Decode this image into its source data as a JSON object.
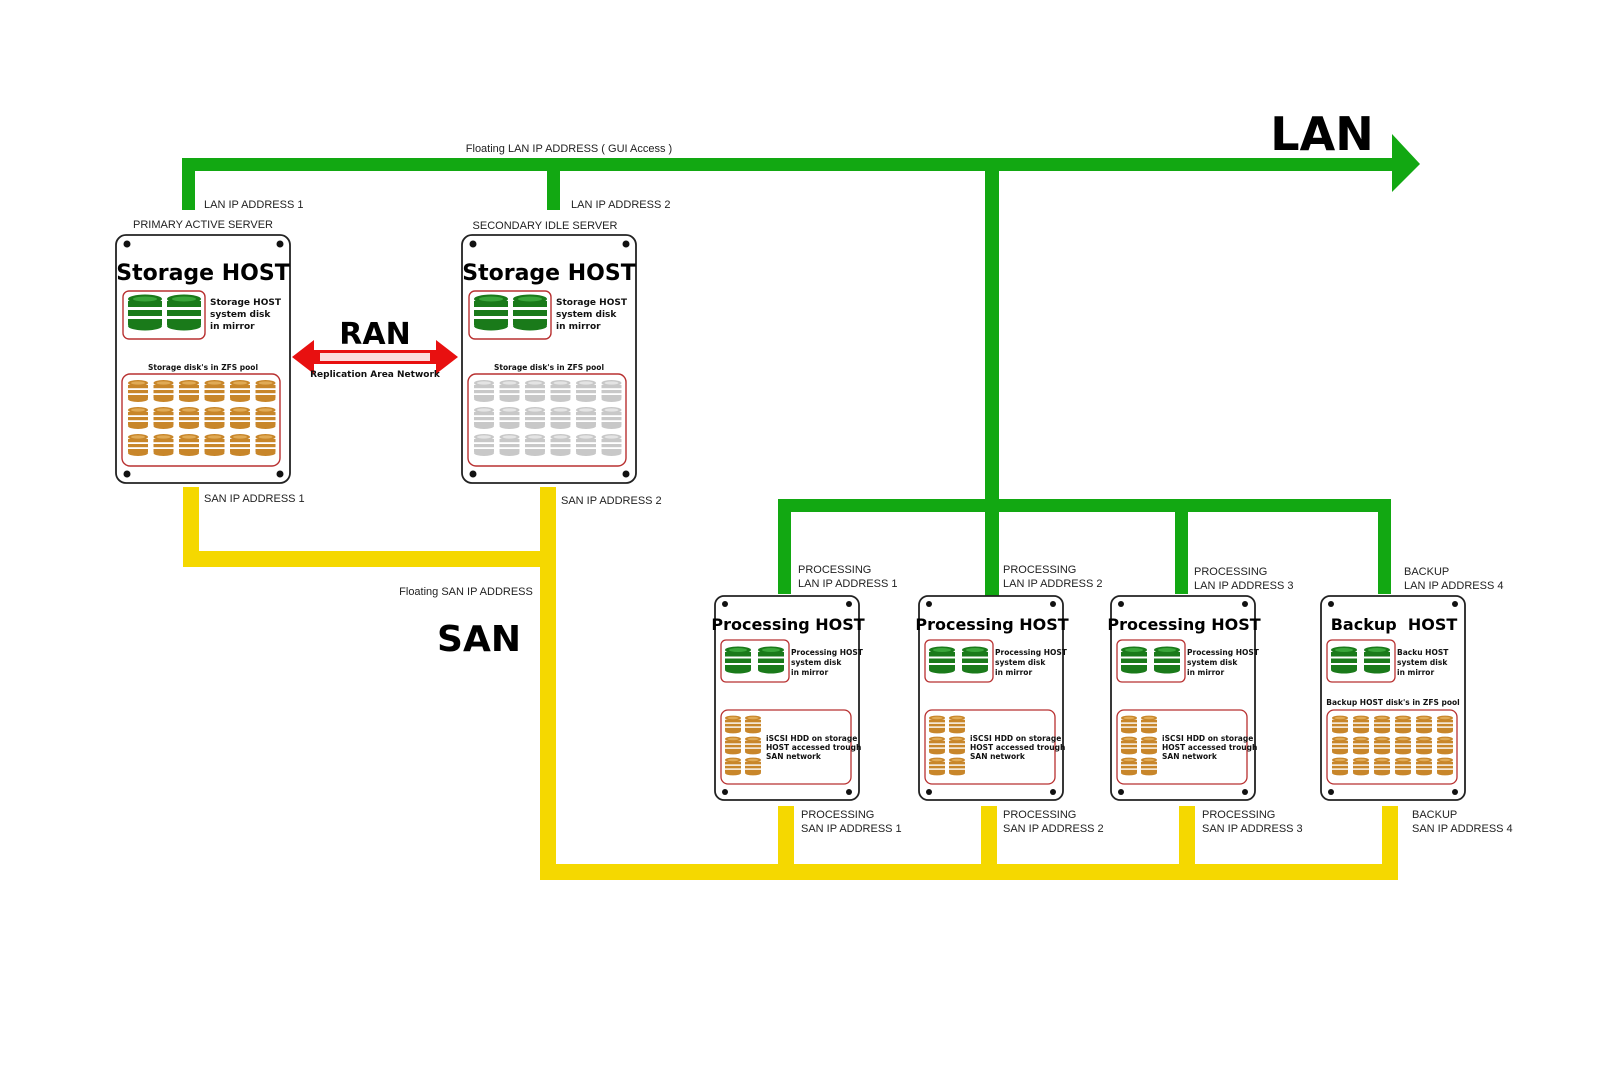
{
  "networks": {
    "lan_label": "LAN",
    "san_label": "SAN",
    "ran_label": "RAN",
    "ran_sub": "Replication Area Network",
    "floating_lan": "Floating LAN IP ADDRESS ( GUI Access )",
    "floating_san": "Floating SAN IP ADDRESS"
  },
  "colors": {
    "lan": "#12a812",
    "san": "#f5d800",
    "ran": "#e81010",
    "disk_green": "#1a7a1a",
    "disk_orange": "#c8862a",
    "disk_gray": "#c8c8c8",
    "panel_border": "#b83030"
  },
  "primary": {
    "role": "PRIMARY ACTIVE SERVER",
    "title": "Storage HOST",
    "sys_line1": "Storage HOST",
    "sys_line2": "system disk",
    "sys_line3": "in mirror",
    "pool_label": "Storage disk's in ZFS pool",
    "lan_ip": "LAN IP ADDRESS 1",
    "san_ip": "SAN IP ADDRESS 1",
    "pool_state": "active"
  },
  "secondary": {
    "role": "SECONDARY IDLE SERVER",
    "title": "Storage HOST",
    "sys_line1": "Storage HOST",
    "sys_line2": "system disk",
    "sys_line3": "in mirror",
    "pool_label": "Storage disk's in ZFS pool",
    "lan_ip": "LAN IP ADDRESS 2",
    "san_ip": "SAN IP ADDRESS 2",
    "pool_state": "idle"
  },
  "processing": [
    {
      "title": "Processing HOST",
      "sys_line1": "Processing HOST",
      "sys_line2": "system disk",
      "sys_line3": "in mirror",
      "iscsi_line1": "iSCSI HDD on storage",
      "iscsi_line2": "HOST accessed trough",
      "iscsi_line3": "SAN network",
      "lan_ip_line1": "PROCESSING",
      "lan_ip_line2": "LAN IP ADDRESS 1",
      "san_ip_line1": "PROCESSING",
      "san_ip_line2": "SAN IP ADDRESS 1"
    },
    {
      "title": "Processing HOST",
      "sys_line1": "Processing HOST",
      "sys_line2": "system disk",
      "sys_line3": "in mirror",
      "iscsi_line1": "iSCSI HDD on storage",
      "iscsi_line2": "HOST accessed trough",
      "iscsi_line3": "SAN network",
      "lan_ip_line1": "PROCESSING",
      "lan_ip_line2": "LAN IP ADDRESS 2",
      "san_ip_line1": "PROCESSING",
      "san_ip_line2": "SAN IP ADDRESS 2"
    },
    {
      "title": "Processing HOST",
      "sys_line1": "Processing HOST",
      "sys_line2": "system disk",
      "sys_line3": "in mirror",
      "iscsi_line1": "iSCSI HDD on storage",
      "iscsi_line2": "HOST accessed trough",
      "iscsi_line3": "SAN network",
      "lan_ip_line1": "PROCESSING",
      "lan_ip_line2": "LAN IP ADDRESS 3",
      "san_ip_line1": "PROCESSING",
      "san_ip_line2": "SAN IP ADDRESS 3"
    }
  ],
  "backup": {
    "title": "Backup  HOST",
    "sys_line1": "Backu HOST",
    "sys_line2": "system disk",
    "sys_line3": "in mirror",
    "pool_label": "Backup HOST disk's in ZFS pool",
    "lan_ip_line1": "BACKUP",
    "lan_ip_line2": "LAN IP ADDRESS 4",
    "san_ip_line1": "BACKUP",
    "san_ip_line2": "SAN IP ADDRESS 4"
  }
}
